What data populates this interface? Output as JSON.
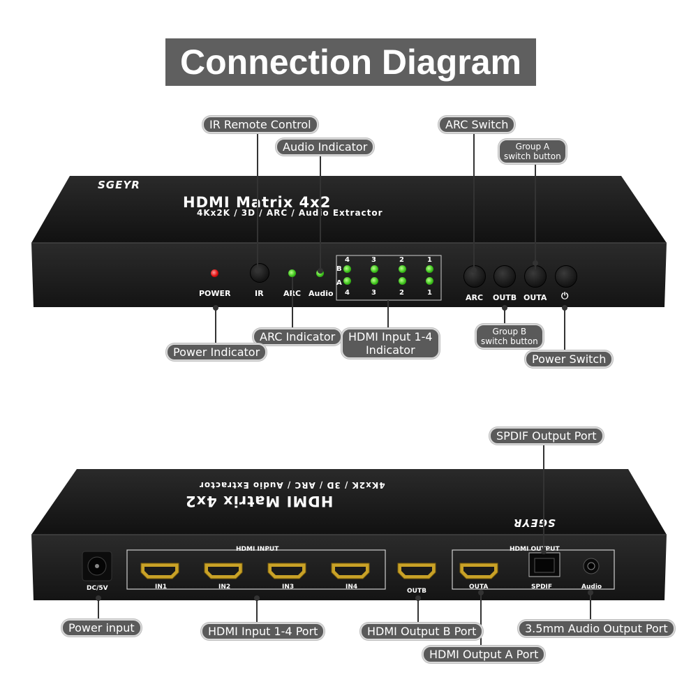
{
  "title": "Connection Diagram",
  "front": {
    "brand": "SGEYR",
    "product": "HDMI Matrix 4x2",
    "subtitle": "4Kx2K / 3D / ARC / Audio Extractor",
    "panel_labels": {
      "power": "POWER",
      "ir": "IR",
      "arc": "ARC",
      "audio": "Audio",
      "row_b": "B",
      "row_a": "A",
      "top_nums": [
        "4",
        "3",
        "2",
        "1"
      ],
      "bottom_nums": [
        "4",
        "3",
        "2",
        "1"
      ],
      "btn_arc": "ARC",
      "btn_outb": "OUTB",
      "btn_outa": "OUTA",
      "btn_power": "⏻"
    },
    "callouts": {
      "ir_remote": "IR Remote Control",
      "audio_indicator": "Audio Indicator",
      "arc_switch": "ARC Switch",
      "group_a_1": "Group A",
      "group_a_2": "switch button",
      "arc_indicator": "ARC Indicator",
      "power_indicator": "Power Indicator",
      "hdmi_input_1": "HDMI Input 1-4",
      "hdmi_input_2": "Indicator",
      "group_b_1": "Group B",
      "group_b_2": "switch button",
      "power_switch": "Power Switch"
    },
    "colors": {
      "power_led": "#e01010",
      "status_led": "#3cc21b"
    }
  },
  "back": {
    "brand": "SGEYR",
    "product": "HDMI Matrix 4x2",
    "subtitle": "4Kx2K / 3D / ARC / Audio Extractor",
    "panel_labels": {
      "dc": "DC/5V",
      "hdmi_input": "HDMI INPUT",
      "in1": "IN1",
      "in2": "IN2",
      "in3": "IN3",
      "in4": "IN4",
      "outb": "OUTB",
      "hdmi_output": "HDMI OUTPUT",
      "outa": "OUTA",
      "spdif": "SPDIF",
      "audio": "Audio"
    },
    "callouts": {
      "spdif_port": "SPDIF Output Port",
      "power_input": "Power input",
      "hdmi_input_port": "HDMI Input 1-4 Port",
      "hdmi_out_b": "HDMI Output B Port",
      "audio_port": "3.5mm Audio Output Port",
      "hdmi_out_a": "HDMI Output A Port"
    }
  }
}
